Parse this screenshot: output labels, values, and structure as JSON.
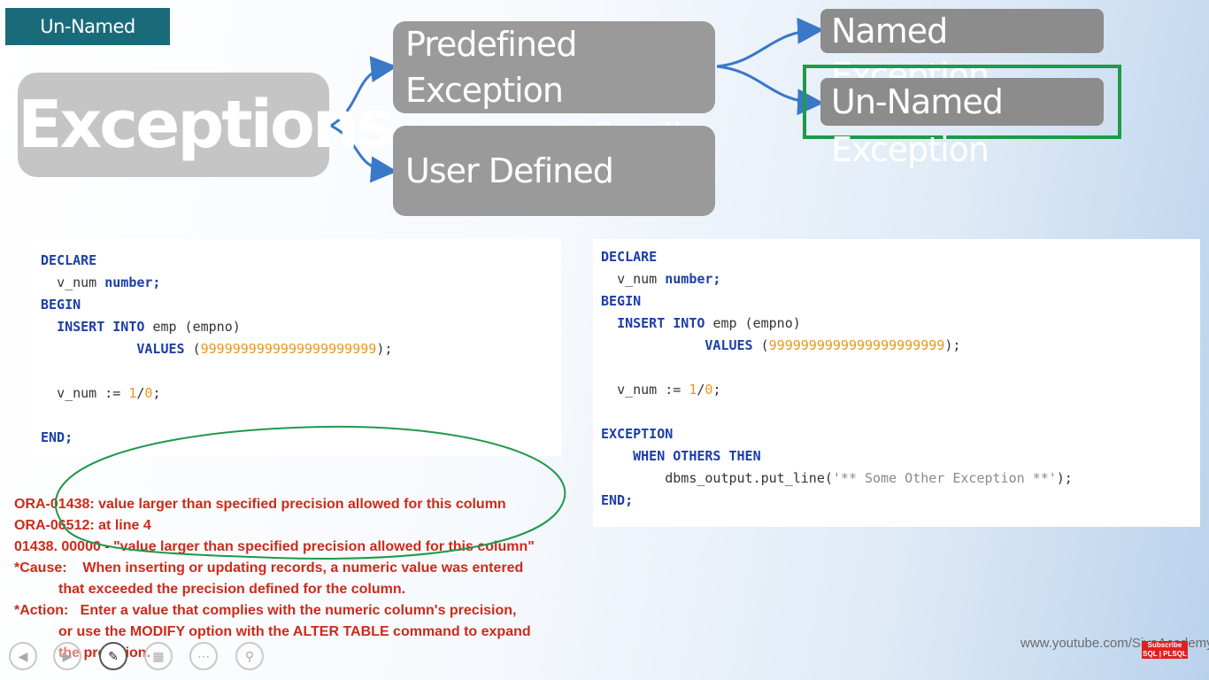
{
  "badge": "Un-Named Exception",
  "diagram": {
    "root": "Exceptions",
    "predefined_line1": "Predefined Exception",
    "predefined_line2": "(System Defined)",
    "user_defined": "User Defined Exception",
    "named": "Named Exception",
    "unnamed": "Un-Named Exception"
  },
  "code_left": {
    "declare": "DECLARE",
    "v_num_decl": "v_num",
    "number_kw": "number;",
    "begin": "BEGIN",
    "insert": "INSERT INTO",
    "emp": "emp (empno)",
    "values": "VALUES",
    "values_open": "(",
    "big_number": "9999999999999999999999",
    "values_close": ");",
    "assign": "v_num :=",
    "one": "1",
    "slash": "/",
    "zero": "0",
    "semi": ";",
    "end": "END;"
  },
  "code_right": {
    "declare": "DECLARE",
    "v_num_decl": "v_num",
    "number_kw": "number;",
    "begin": "BEGIN",
    "insert": "INSERT INTO",
    "emp": "emp (empno)",
    "values": "VALUES",
    "values_open": "(",
    "big_number": "9999999999999999999999",
    "values_close": ");",
    "assign": "v_num :=",
    "one": "1",
    "slash": "/",
    "zero": "0",
    "semi": ";",
    "exception": "EXCEPTION",
    "when_others": "WHEN OTHERS THEN",
    "put_line": "dbms_output.put_line(",
    "message": "'** Some Other Exception **'",
    "put_close": ");",
    "end": "END;"
  },
  "error": {
    "line1": "ORA-01438: value larger than specified precision allowed for this column",
    "line2": "ORA-06512: at line 4",
    "line3": "01438. 00000 -  \"value larger than specified precision allowed for this column\"",
    "cause_label": "*Cause:",
    "cause_text": "When inserting or updating records, a numeric value was entered",
    "cause_text2": "that exceeded the precision defined for the column.",
    "action_label": "*Action:",
    "action_text": "Enter a value that complies with the numeric column's precision,",
    "action_text2": "or use the MODIFY option with the ALTER TABLE command to expand",
    "action_text3": "the precision."
  },
  "watermark": "www.youtube.com/SivaAcademy",
  "subscribe": {
    "line1": "Subscribe",
    "line2": "SQL | PLSQL"
  },
  "colors": {
    "accent_green": "#1f9a4a",
    "badge": "#1a6b7a",
    "keyword": "#1c3ea8",
    "number": "#e69a1a",
    "error": "#cc2b1a"
  },
  "controls": [
    "prev-icon",
    "next-icon",
    "pen-icon",
    "slides-icon",
    "more-icon",
    "zoom-icon"
  ]
}
